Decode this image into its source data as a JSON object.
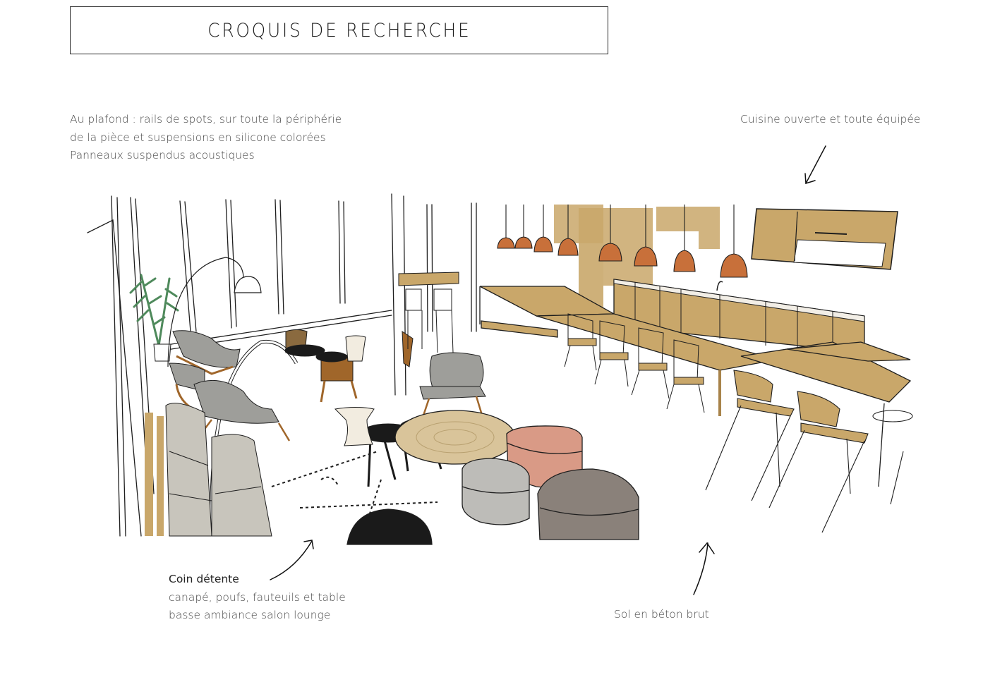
{
  "title": "CROQUIS DE RECHERCHE",
  "annotations": {
    "ceiling": {
      "lines": [
        "Au plafond : rails de spots, sur toute la périphérie",
        "de la pièce et suspensions en silicone colorées",
        "Panneaux suspendus acoustiques"
      ]
    },
    "kitchen": {
      "lines": [
        "Cuisine ouverte et toute équipée"
      ]
    },
    "lounge": {
      "heading": "Coin  détente",
      "lines": [
        "canapé, poufs, fauteuils et table",
        "basse ambiance salon lounge"
      ]
    },
    "floor": {
      "lines": [
        "Sol en béton brut"
      ]
    }
  },
  "sketch": {
    "subject": "interior-sketch-open-space-lounge-and-kitchen",
    "palette": {
      "wood": "#c9a76a",
      "wood_dark": "#a8834a",
      "copper_lamp": "#c8703a",
      "grey_fabric": "#9e9e9a",
      "dark_grey_pouf": "#8a817a",
      "pink_pouf": "#d99a86",
      "light_grey_pouf": "#bdbcb8",
      "black": "#1a1a1a",
      "plant_green": "#4f8a5c",
      "ink": "#1e1e1e",
      "chair_brown": "#a0662a",
      "jute_rug": "#d9c49a"
    }
  }
}
